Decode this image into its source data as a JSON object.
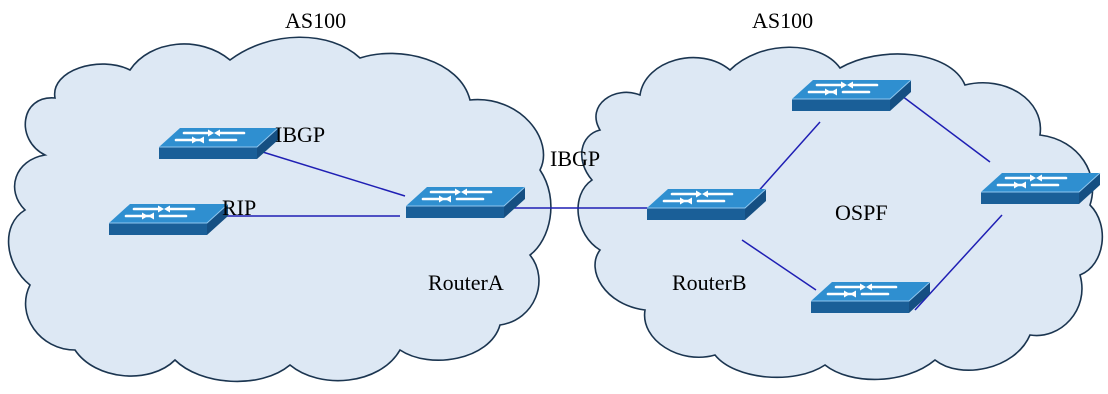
{
  "colors": {
    "cloud_fill": "#dde8f4",
    "cloud_stroke": "#1b3550",
    "link": "#1f1fb4",
    "switch_top": "#2f8fd0",
    "switch_side": "#1a5f98",
    "arrow": "#ffffff"
  },
  "labels": {
    "as_left": "AS100",
    "as_right": "AS100",
    "ibgp_internal": "IBGP",
    "rip": "RIP",
    "ibgp_link": "IBGP",
    "router_a": "RouterA",
    "router_b": "RouterB",
    "ospf": "OSPF"
  },
  "devices": [
    {
      "id": "switch-ibgp-peer",
      "icon": "switch-icon"
    },
    {
      "id": "switch-rip-peer",
      "icon": "switch-icon"
    },
    {
      "id": "router-a",
      "icon": "switch-icon"
    },
    {
      "id": "router-b",
      "icon": "switch-icon"
    },
    {
      "id": "switch-ospf-top",
      "icon": "switch-icon"
    },
    {
      "id": "switch-ospf-right",
      "icon": "switch-icon"
    },
    {
      "id": "switch-ospf-bottom",
      "icon": "switch-icon"
    }
  ]
}
